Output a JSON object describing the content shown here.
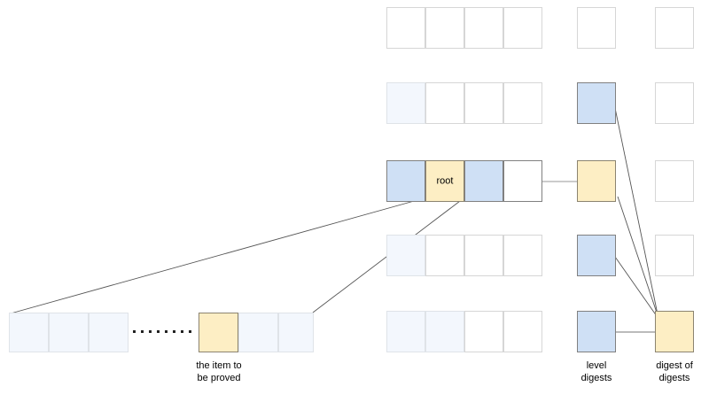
{
  "diagram": {
    "title": "Merkle-style proof diagram",
    "colors": {
      "highlight_yellow": "#fdeec4",
      "highlight_blue": "#cfe0f5",
      "pale_blue": "#f3f7fd",
      "plain_white": "#ffffff",
      "border_light": "#d6d6d6",
      "border_strong": "#808080",
      "line": "#555555"
    },
    "root_cell_label": "root",
    "ellipsis_dot_count": 8,
    "captions": [
      {
        "id": "item-to-be-proved",
        "text": "the item to\nbe proved"
      },
      {
        "id": "level-digests",
        "text": "level\ndigests"
      },
      {
        "id": "digest-of-digests",
        "text": "digest of\ndigests"
      }
    ],
    "bottom_left_row": {
      "id": "leaf-row",
      "cells": [
        {
          "id": "leaf-1",
          "fill": "pale_blue",
          "label": ""
        },
        {
          "id": "leaf-2",
          "fill": "pale_blue",
          "label": ""
        },
        {
          "id": "leaf-3",
          "fill": "pale_blue",
          "label": ""
        },
        {
          "id": "leaf-proved",
          "fill": "highlight_yellow",
          "label": ""
        },
        {
          "id": "leaf-4",
          "fill": "pale_blue",
          "label": ""
        },
        {
          "id": "leaf-5",
          "fill": "pale_blue",
          "label": ""
        }
      ]
    },
    "level_rows": [
      {
        "id": "level-row-1",
        "cells": [
          {
            "id": "r1c1",
            "fill": "plain_white",
            "label": ""
          },
          {
            "id": "r1c2",
            "fill": "plain_white",
            "label": ""
          },
          {
            "id": "r1c3",
            "fill": "plain_white",
            "label": ""
          },
          {
            "id": "r1c4",
            "fill": "plain_white",
            "label": ""
          }
        ],
        "level_digest": {
          "id": "ld1",
          "fill": "plain_white"
        },
        "dod": {
          "id": "dod1",
          "fill": "plain_white"
        }
      },
      {
        "id": "level-row-2",
        "cells": [
          {
            "id": "r2c1",
            "fill": "pale_blue",
            "label": ""
          },
          {
            "id": "r2c2",
            "fill": "plain_white",
            "label": ""
          },
          {
            "id": "r2c3",
            "fill": "plain_white",
            "label": ""
          },
          {
            "id": "r2c4",
            "fill": "plain_white",
            "label": ""
          }
        ],
        "level_digest": {
          "id": "ld2",
          "fill": "highlight_blue"
        },
        "dod": {
          "id": "dod2",
          "fill": "plain_white"
        }
      },
      {
        "id": "level-row-3",
        "cells": [
          {
            "id": "r3c1",
            "fill": "highlight_blue",
            "label": ""
          },
          {
            "id": "r3c2",
            "fill": "highlight_yellow",
            "label": "root"
          },
          {
            "id": "r3c3",
            "fill": "highlight_blue",
            "label": ""
          },
          {
            "id": "r3c4",
            "fill": "plain_white",
            "label": ""
          }
        ],
        "level_digest": {
          "id": "ld3",
          "fill": "highlight_yellow"
        },
        "dod": {
          "id": "dod3",
          "fill": "plain_white"
        }
      },
      {
        "id": "level-row-4",
        "cells": [
          {
            "id": "r4c1",
            "fill": "pale_blue",
            "label": ""
          },
          {
            "id": "r4c2",
            "fill": "plain_white",
            "label": ""
          },
          {
            "id": "r4c3",
            "fill": "plain_white",
            "label": ""
          },
          {
            "id": "r4c4",
            "fill": "plain_white",
            "label": ""
          }
        ],
        "level_digest": {
          "id": "ld4",
          "fill": "highlight_blue"
        },
        "dod": {
          "id": "dod4",
          "fill": "plain_white"
        }
      },
      {
        "id": "level-row-5",
        "cells": [
          {
            "id": "r5c1",
            "fill": "pale_blue",
            "label": ""
          },
          {
            "id": "r5c2",
            "fill": "pale_blue",
            "label": ""
          },
          {
            "id": "r5c3",
            "fill": "plain_white",
            "label": ""
          },
          {
            "id": "r5c4",
            "fill": "plain_white",
            "label": ""
          }
        ],
        "level_digest": {
          "id": "ld5",
          "fill": "highlight_blue"
        },
        "dod": {
          "id": "dod5",
          "fill": "highlight_yellow"
        }
      }
    ]
  }
}
